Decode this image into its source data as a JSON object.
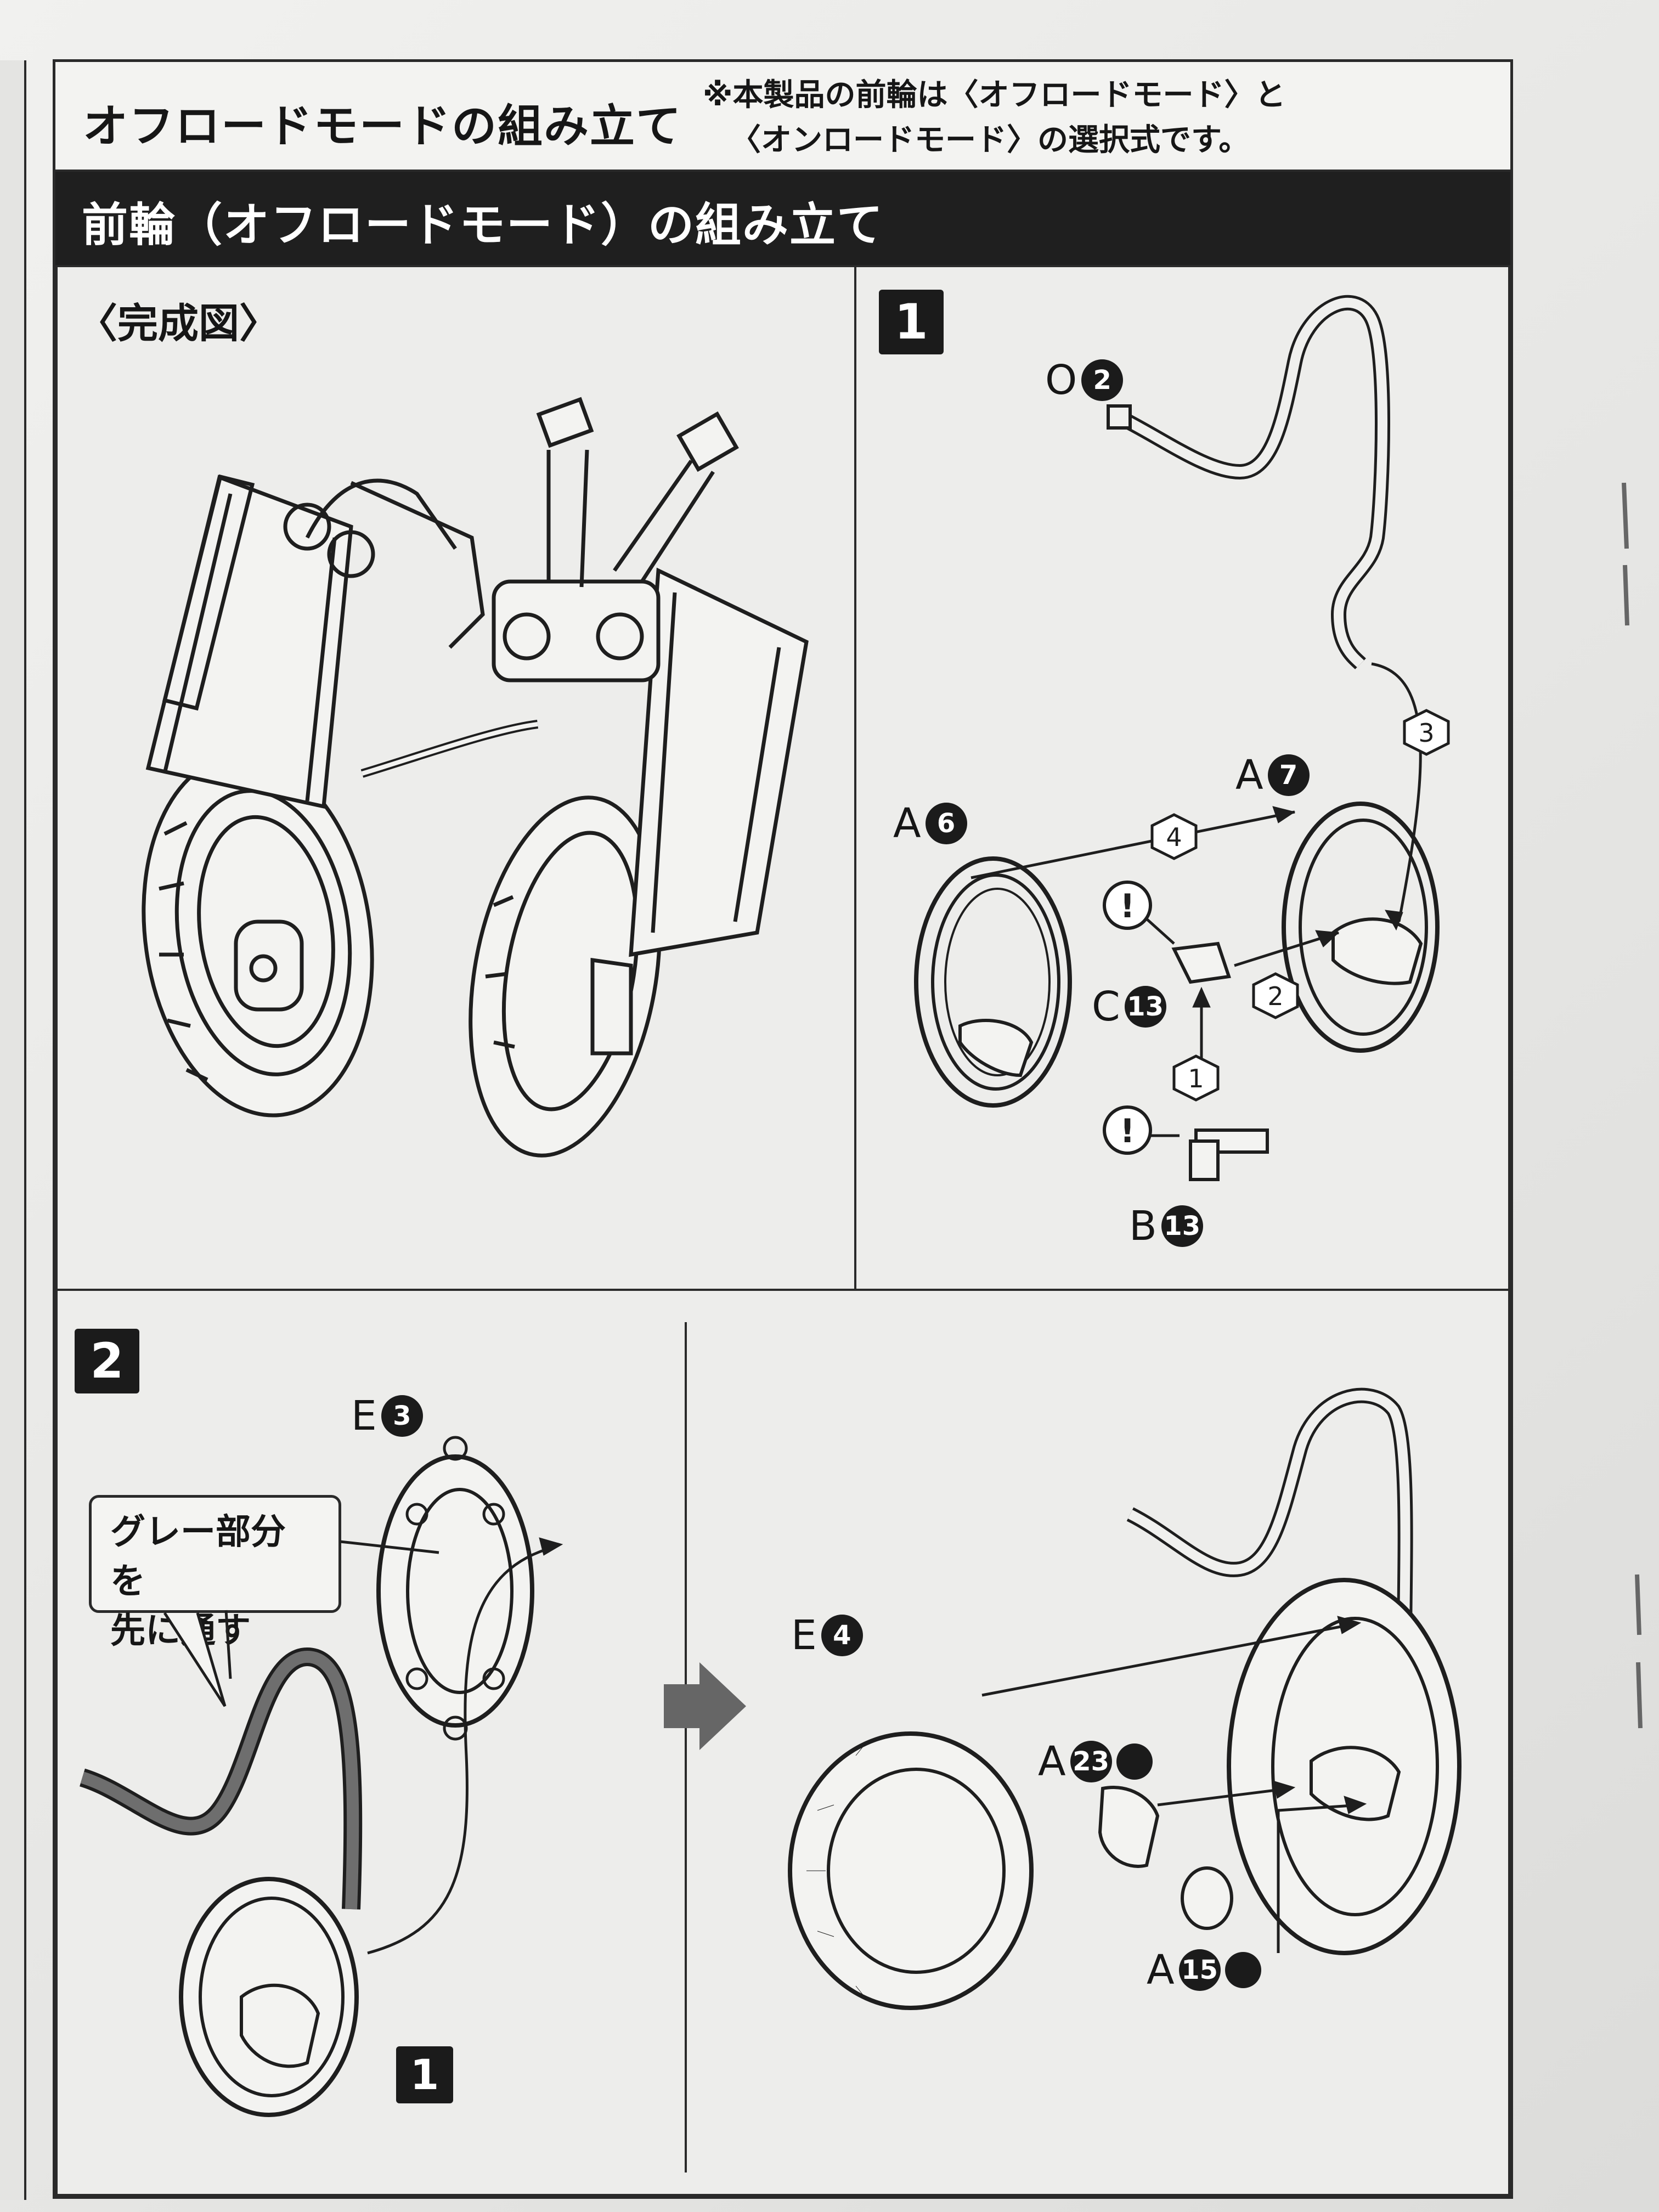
{
  "header": {
    "title": "オフロードモードの組み立て",
    "note_line1": "※本製品の前輪は〈オフロードモード〉と",
    "note_line2": "〈オンロードモード〉の選択式です。"
  },
  "section": {
    "title": "前輪（オフロードモード）の組み立て"
  },
  "complete": {
    "label": "〈完成図〉"
  },
  "step1": {
    "number": "1",
    "parts": [
      {
        "letter": "O",
        "num": "2"
      },
      {
        "letter": "A",
        "num": "7"
      },
      {
        "letter": "A",
        "num": "6"
      },
      {
        "letter": "C",
        "num": "13"
      },
      {
        "letter": "B",
        "num": "13"
      }
    ],
    "order_marks": [
      "1",
      "2",
      "3",
      "4"
    ],
    "caution": "!"
  },
  "step2": {
    "number": "2",
    "callout_line1": "グレー部分を",
    "callout_line2": "先に通す",
    "ref_step": "1",
    "parts": [
      {
        "letter": "E",
        "num": "3"
      },
      {
        "letter": "E",
        "num": "4"
      },
      {
        "letter": "A",
        "num": "23"
      },
      {
        "letter": "A",
        "num": "15"
      }
    ]
  },
  "colors": {
    "ink": "#1e1e1e",
    "band": "#1f1f1f",
    "paper": "#ededeb"
  }
}
